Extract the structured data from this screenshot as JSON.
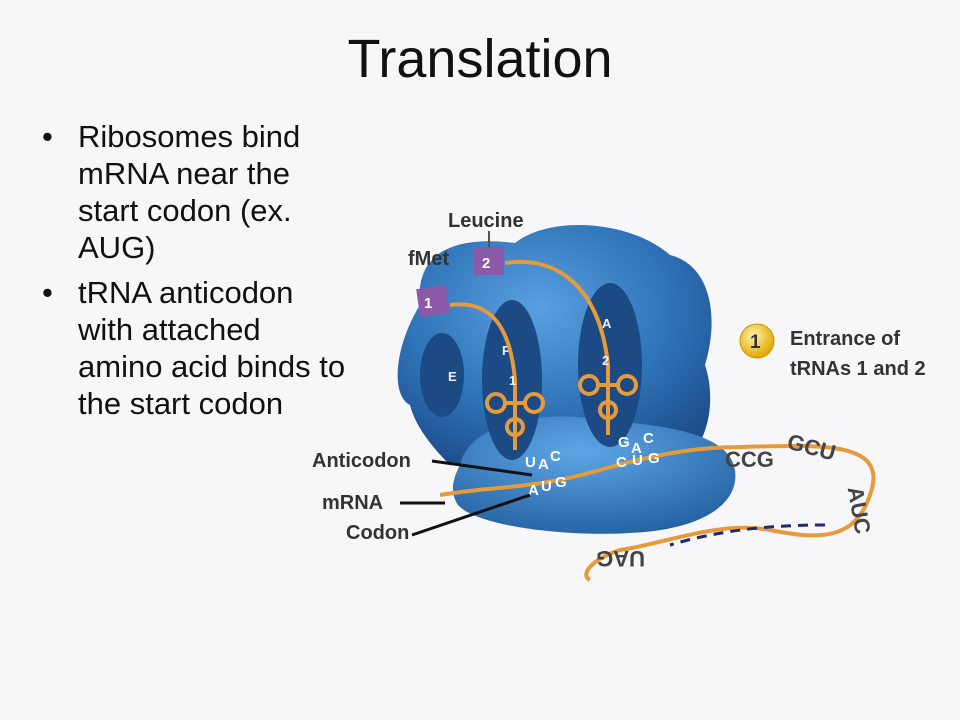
{
  "slide": {
    "title": "Translation",
    "bullets": [
      "Ribosomes bind mRNA near the start codon (ex. AUG)",
      "tRNA anticodon with attached amino acid binds to the start codon"
    ]
  },
  "diagram": {
    "amino_acids": {
      "aa1": "fMet",
      "aa2": "Leucine",
      "num1": "1",
      "num2": "2"
    },
    "sites": {
      "e": "E",
      "p": "P",
      "a": "A",
      "trna1": "1",
      "trna2": "2"
    },
    "anticodon1": [
      "U",
      "A",
      "C"
    ],
    "anticodon2": [
      "G",
      "A",
      "C"
    ],
    "codon1": [
      "A",
      "U",
      "G"
    ],
    "codon2": [
      "C",
      "U",
      "G"
    ],
    "mrna_sequence": {
      "ccg": "CCG",
      "gcu": "GCU",
      "auc": "AUC",
      "uag": "UAG"
    },
    "labels": {
      "anticodon": "Anticodon",
      "mrna": "mRNA",
      "codon": "Codon"
    },
    "step": {
      "number": "1",
      "text_line1": "Entrance of",
      "text_line2": "tRNAs 1 and 2"
    },
    "colors": {
      "ribosome": "#2f73b8",
      "trna": "#e59a3c",
      "amino_acid_box": "#8a5aa8",
      "step_badge": "#f2c21b"
    }
  }
}
